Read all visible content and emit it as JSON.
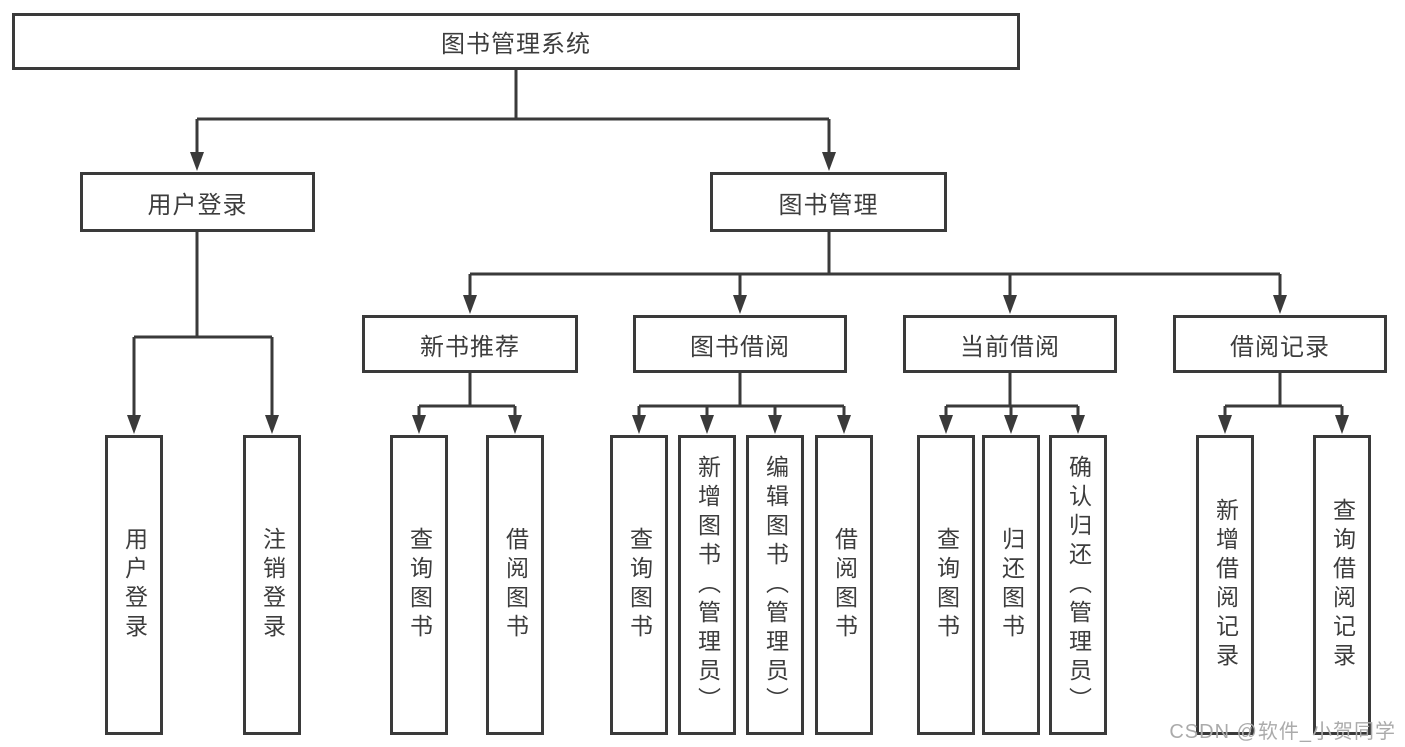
{
  "diagram": {
    "root": {
      "label": "图书管理系统"
    },
    "level2": [
      {
        "label": "用户登录"
      },
      {
        "label": "图书管理"
      }
    ],
    "level3": [
      {
        "label": "新书推荐"
      },
      {
        "label": "图书借阅"
      },
      {
        "label": "当前借阅"
      },
      {
        "label": "借阅记录"
      }
    ],
    "leaves": {
      "user_login": [
        {
          "label": "用户登录"
        },
        {
          "label": "注销登录"
        }
      ],
      "new_book": [
        {
          "label": "查询图书"
        },
        {
          "label": "借阅图书"
        }
      ],
      "book_borrow": [
        {
          "label": "查询图书"
        },
        {
          "label": "新增图书（管理员）"
        },
        {
          "label": "编辑图书（管理员）"
        },
        {
          "label": "借阅图书"
        }
      ],
      "current_borrow": [
        {
          "label": "查询图书"
        },
        {
          "label": "归还图书"
        },
        {
          "label": "确认归还（管理员）"
        }
      ],
      "borrow_records": [
        {
          "label": "新增借阅记录"
        },
        {
          "label": "查询借阅记录"
        }
      ]
    },
    "watermark": "CSDN @软件_小贺同学",
    "colors": {
      "line": "#3a3a3a",
      "border": "#3a3a3a",
      "text": "#3d3d3d",
      "watermark": "#ababab",
      "background": "#ffffff"
    }
  }
}
